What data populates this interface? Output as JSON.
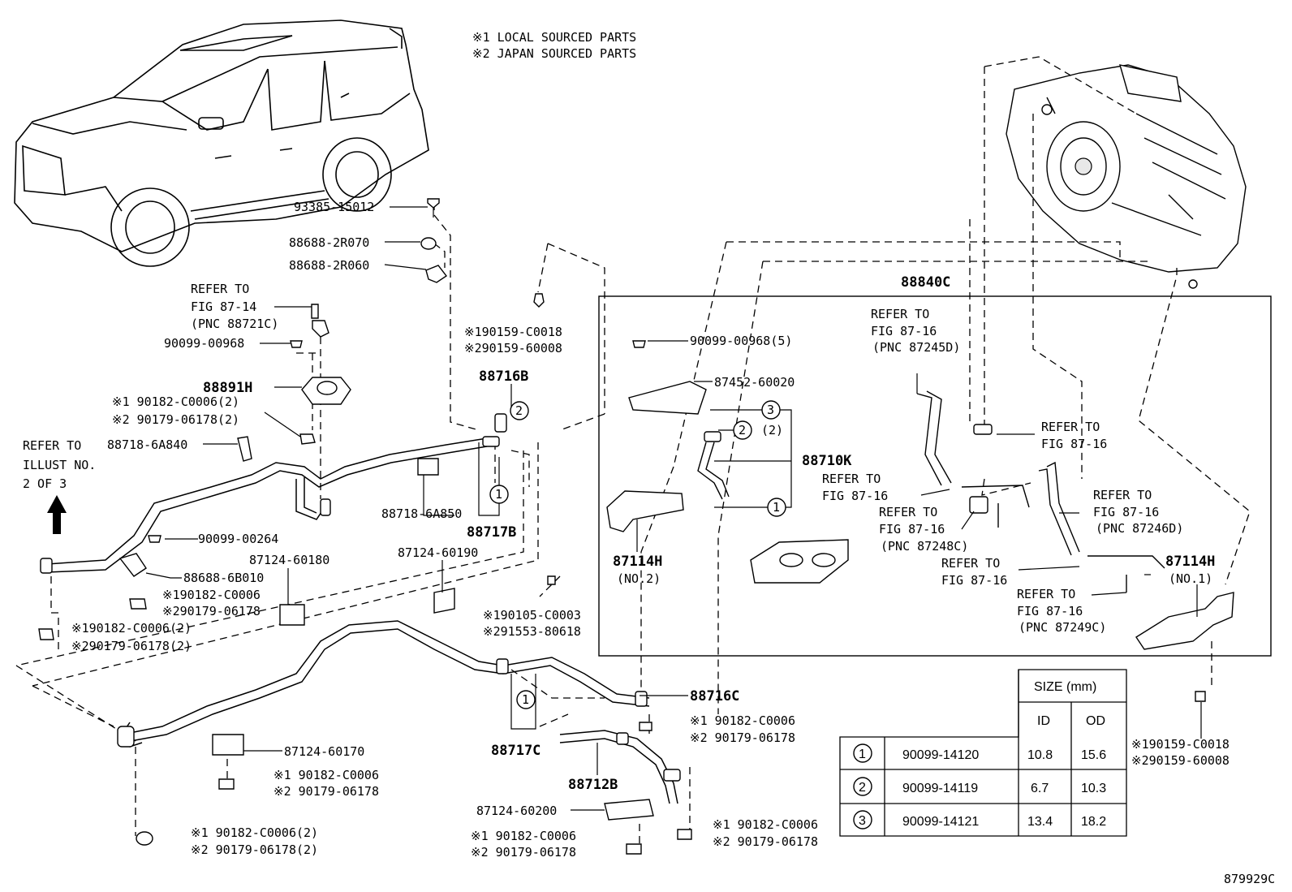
{
  "header": {
    "note1": "※1 LOCAL SOURCED PARTS",
    "note2": "※2 JAPAN SOURCED PARTS"
  },
  "footer": {
    "code": "879929C"
  },
  "refer_illust": {
    "l1": "REFER TO",
    "l2": "ILLUST NO.",
    "l3": "2 OF 3"
  },
  "labels": {
    "p93385": "93385-15012",
    "p88688_2R070": "88688-2R070",
    "p88688_2R060": "88688-2R060",
    "ref8714_l1": "REFER TO",
    "ref8714_l2": "FIG 87-14",
    "ref8714_l3": "(PNC 88721C)",
    "p90099_00968a": "90099-00968",
    "p88891H": "88891H",
    "p90182_2a": "※1 90182-C0006(2)",
    "p90179_2a": "※2 90179-06178(2)",
    "p88718_6A840": "88718-6A840",
    "p90159_c1": "※190159-C0018",
    "p90159_c2": "※290159-60008",
    "p88716B": "88716B",
    "p88718_6A850": "88718-6A850",
    "p88717B": "88717B",
    "p90099_00264": "90099-00264",
    "p88688_6B010": "88688-6B010",
    "p87124_60180": "87124-60180",
    "p87124_60190": "87124-60190",
    "p190182_c": "※190182-C0006",
    "p290179_c": "※290179-06178",
    "p190182_2": "※190182-C0006(2)",
    "p290179_2": "※290179-06178(2)",
    "p190105": "※190105-C0003",
    "p291553": "※291553-80618",
    "p88716C": "88716C",
    "p90182_m1": "※1 90182-C0006",
    "p90179_m1": "※2 90179-06178",
    "p87124_60170": "87124-60170",
    "p90182_l1": "※1 90182-C0006",
    "p90179_l1": "※2 90179-06178",
    "p88717C": "88717C",
    "p88712B": "88712B",
    "p87124_60200": "87124-60200",
    "p90182_b1": "※1 90182-C0006",
    "p90179_b1": "※2 90179-06178",
    "p90182_bl1": "※1 90182-C0006(2)",
    "p90179_bl1": "※2 90179-06178(2)",
    "p90182_br1": "※1 90182-C0006",
    "p90179_br1": "※2 90179-06178",
    "p88840C": "88840C",
    "p90099_00968b": "90099-00968(5)",
    "p87452": "87452-60020",
    "p88710K": "88710K",
    "p2sub": "(2)",
    "p87114H_a": "87114H",
    "p87114H_a2": "(NO.2)",
    "p87114H_b": "87114H",
    "p87114H_b2": "(NO.1)",
    "r1_l1": "REFER TO",
    "r1_l2": "FIG 87-16",
    "r1_l3": "(PNC 87245D)",
    "r2_l1": "REFER TO",
    "r2_l2": "FIG 87-16",
    "r3_l1": "REFER TO",
    "r3_l2": "FIG 87-16",
    "r4_l1": "REFER TO",
    "r4_l2": "FIG 87-16",
    "r4_l3": "(PNC 87248C)",
    "r5_l1": "REFER TO",
    "r5_l2": "FIG 87-16",
    "r5_l3": "(PNC 87246D)",
    "r6_l1": "REFER TO",
    "r6_l2": "FIG 87-16",
    "r7_l1": "REFER TO",
    "r7_l2": "FIG 87-16",
    "r7_l3": "(PNC 87249C)",
    "p190159_r": "※190159-C0018",
    "p290159_r": "※290159-60008",
    "c1": "1",
    "c2": "2",
    "c3": "3"
  },
  "size_table": {
    "title": "SIZE (mm)",
    "col_id": "ID",
    "col_od": "OD",
    "rows": [
      {
        "mark": "1",
        "part": "90099-14120",
        "id": "10.8",
        "od": "15.6"
      },
      {
        "mark": "2",
        "part": "90099-14119",
        "id": "6.7",
        "od": "10.3"
      },
      {
        "mark": "3",
        "part": "90099-14121",
        "id": "13.4",
        "od": "18.2"
      }
    ]
  }
}
